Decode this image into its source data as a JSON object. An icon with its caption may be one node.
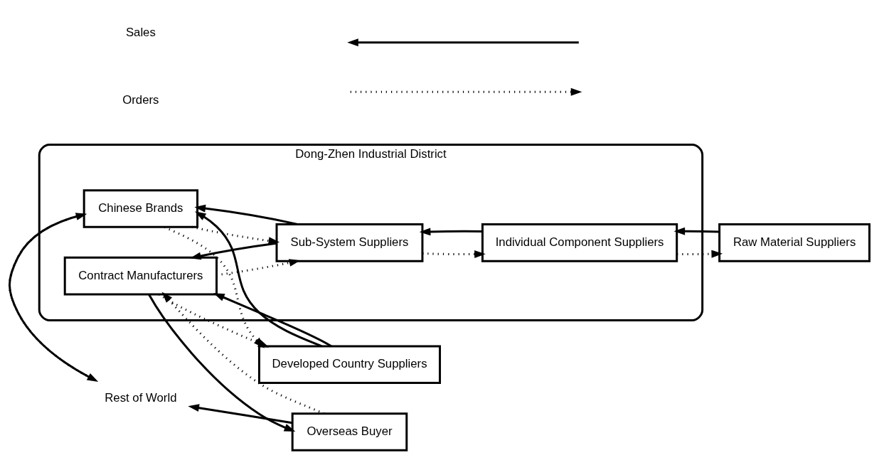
{
  "diagram": {
    "nodes": [
      {
        "text": [
          "Developed Country Suppliers"
        ]
      },
      {
        "text": [
          "Dong-Zhen Industrial District"
        ]
      },
      {
        "text": [
          "Contract Manufacturers"
        ],
        "in": 1
      },
      {
        "text": [
          "Chinese Brands"
        ],
        "in": 1
      },
      {
        "text": [
          "Sub-System Suppliers"
        ],
        "in": 1
      },
      {
        "text": [
          "Individual Component Suppliers"
        ],
        "in": 1
      },
      {
        "text": [
          "Raw Material Suppliers"
        ]
      },
      {
        "text": [
          "Overseas Buyer"
        ]
      },
      {
        "text": [
          "Rest of World"
        ]
      }
    ],
    "edges": [
      {
        "from": 0,
        "to": 2,
        "arrow": "to"
      },
      {
        "from": 2,
        "to": 0,
        "arrow": "to",
        "style": "dashed"
      },
      {
        "from": 0,
        "to": 3,
        "arrow": "to"
      },
      {
        "from": 3,
        "to": 0,
        "arrow": "to",
        "style": "dashed"
      },
      {
        "from": 2,
        "to": 7,
        "arrow": "to"
      },
      {
        "from": 7,
        "to": 2,
        "arrow": "to",
        "style": "dashed"
      },
      {
        "from": 4,
        "to": 2,
        "arrow": "to"
      },
      {
        "from": 2,
        "to": 4,
        "arrow": "to",
        "style": "dashed"
      },
      {
        "from": 4,
        "to": 3,
        "arrow": "to"
      },
      {
        "from": 3,
        "to": 4,
        "arrow": "to",
        "style": "dashed"
      },
      {
        "from": 5,
        "to": 4,
        "arrow": "to"
      },
      {
        "from": 4,
        "to": 5,
        "arrow": "to",
        "style": "dashed"
      },
      {
        "from": 6,
        "to": 5,
        "arrow": "to"
      },
      {
        "from": 5,
        "to": 6,
        "arrow": "to",
        "style": "dashed"
      },
      {
        "from": 7,
        "to": 8,
        "arrow": "to"
      },
      {
        "from": 8,
        "to": 3,
        "arrow": "to",
        "style": "dashed"
      },
      {
        "from": 3,
        "to": 8,
        "arrow": "to"
      }
    ],
    "legend": [
      {
        "text": "Sales"
      },
      {
        "text": "Orders"
      }
    ]
  }
}
